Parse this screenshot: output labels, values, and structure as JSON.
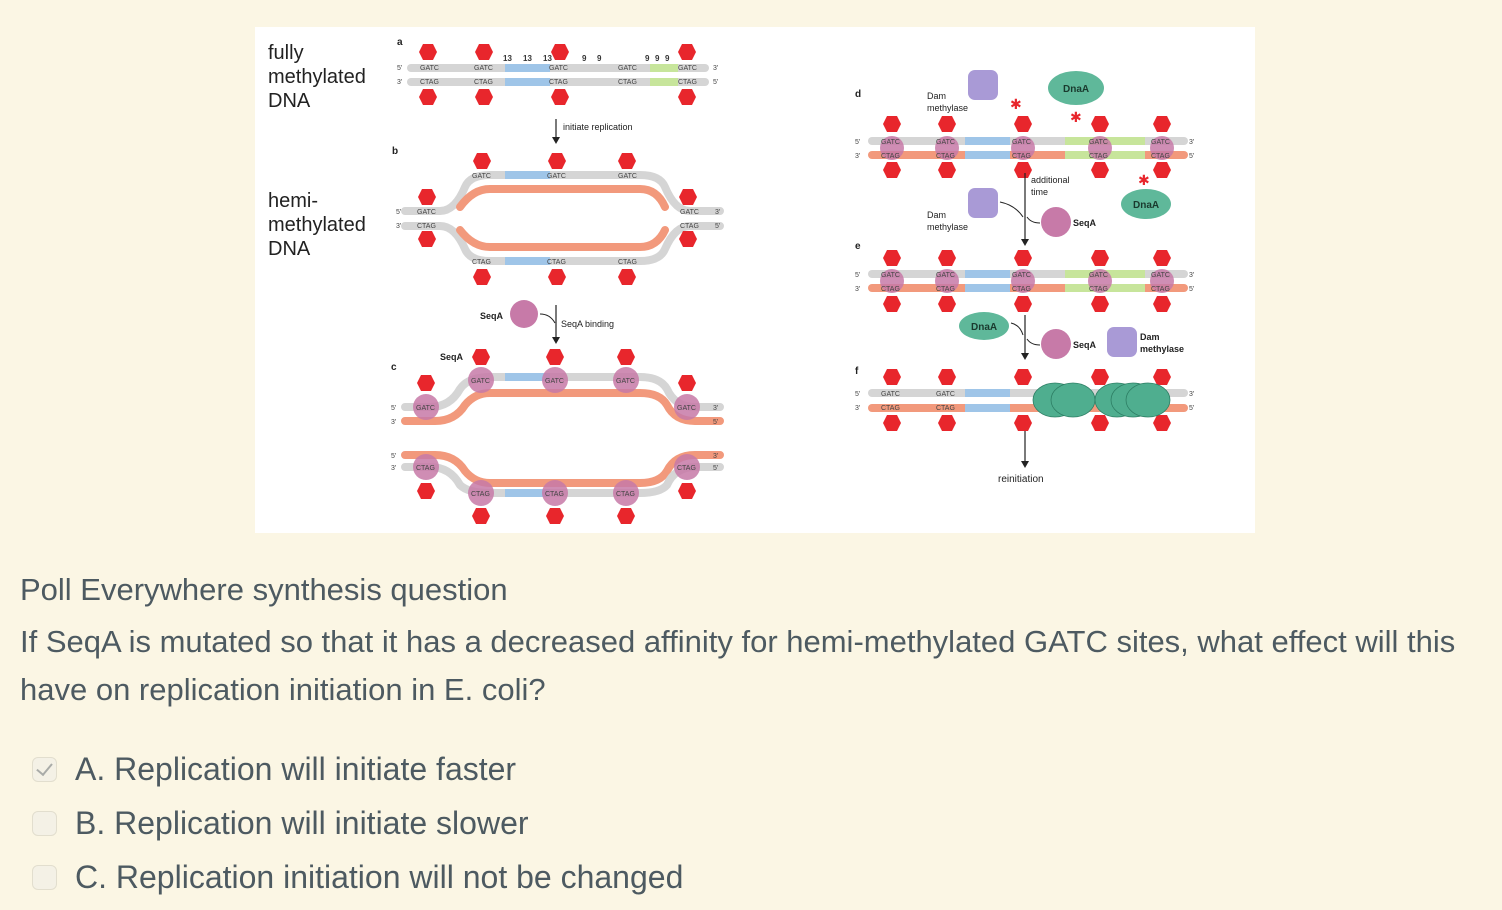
{
  "figure": {
    "left_labels": {
      "fully_1": "fully",
      "fully_2": "methylated",
      "fully_3": "DNA",
      "hemi_1": "hemi-",
      "hemi_2": "methylated",
      "hemi_3": "DNA"
    },
    "panels": {
      "a": "a",
      "b": "b",
      "c": "c",
      "d": "d",
      "e": "e",
      "f": "f"
    },
    "motifs": {
      "gatc": "GATC",
      "ctag": "CTAG"
    },
    "ends": {
      "five": "5'",
      "three": "3'"
    },
    "counts": {
      "n13": "13",
      "n9": "9"
    },
    "arrows": {
      "initiate_replication": "initiate replication",
      "seqa_binding": "SeqA binding",
      "additional": "additional",
      "time": "time",
      "reinitiation": "reinitiation"
    },
    "proteins": {
      "seqa": "SeqA",
      "dnaa": "DnaA",
      "dam": "Dam",
      "methylase": "methylase"
    }
  },
  "poll": {
    "title": "Poll Everywhere synthesis question",
    "question": "If SeqA is mutated so that it has a decreased affinity for hemi-methylated GATC sites, what effect will this have on replication initiation in E. coli?",
    "options": [
      {
        "label": "A. Replication will initiate faster",
        "checked": true
      },
      {
        "label": "B. Replication will initiate slower",
        "checked": false
      },
      {
        "label": "C. Replication initiation will not be changed",
        "checked": false
      }
    ]
  }
}
